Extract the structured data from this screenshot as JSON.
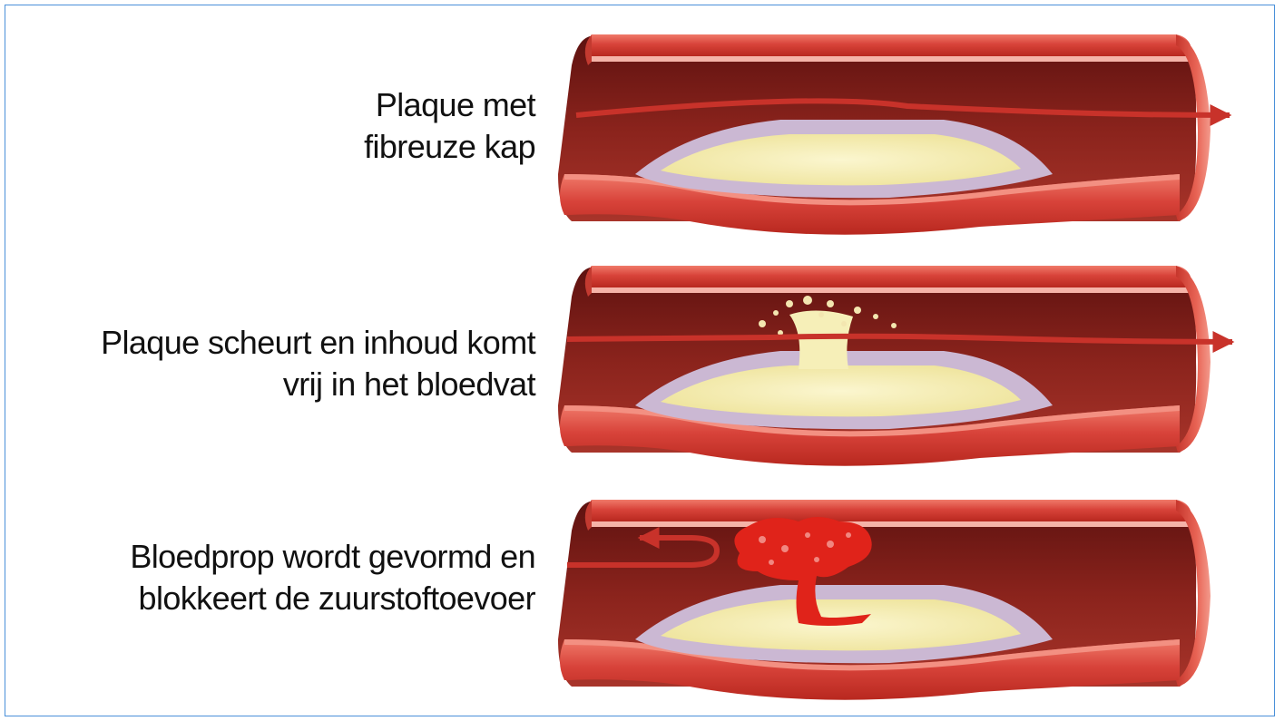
{
  "stages": [
    {
      "lines": [
        "Plaque met",
        "fibreuze kap"
      ]
    },
    {
      "lines": [
        "Plaque scheurt en inhoud komt",
        "vrij in het bloedvat"
      ]
    },
    {
      "lines": [
        "Bloedprop wordt gevormd en",
        "blokkeert de zuurstoftoevoer"
      ]
    }
  ],
  "colors": {
    "vessel_wall": "#d8433a",
    "vessel_wall_highlight": "#f07a6a",
    "lumen_dark": "#6e1613",
    "lumen_mid": "#9a2a22",
    "plaque_cap": "#cbb8d3",
    "plaque_core": "#f6efb8",
    "flow_arrow": "#c8322a",
    "clot": "#e0231a",
    "frame_border": "#4a90d9"
  }
}
